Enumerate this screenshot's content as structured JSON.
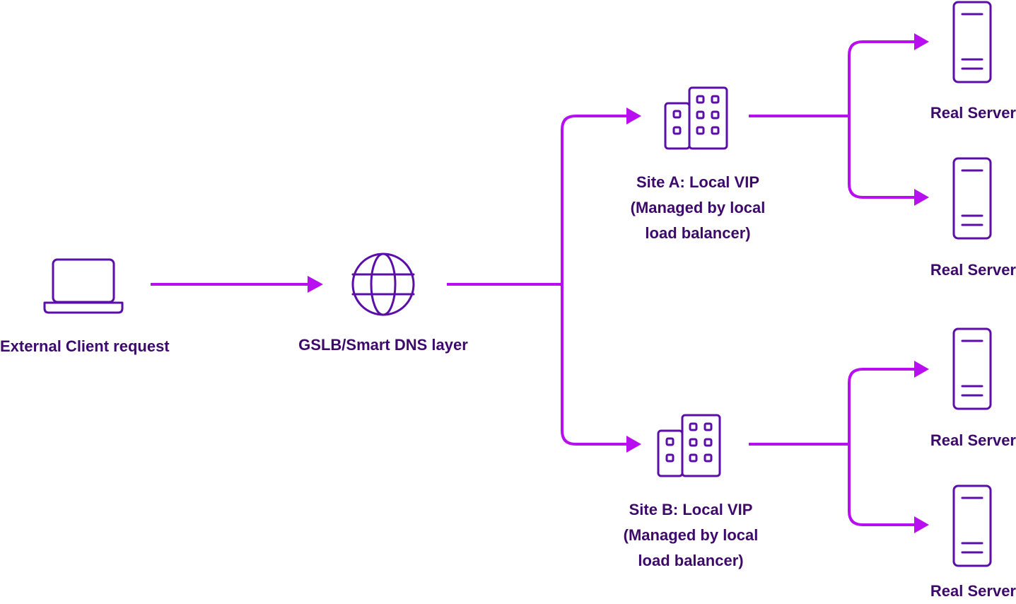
{
  "nodes": {
    "client": {
      "label": "External Client request",
      "icon": "laptop-icon"
    },
    "gslb": {
      "label": "GSLB/Smart DNS layer",
      "icon": "globe-icon"
    },
    "site_a": {
      "label_lines": [
        "Site A: Local VIP",
        "(Managed by local",
        "load balancer)"
      ],
      "icon": "buildings-icon"
    },
    "site_b": {
      "label_lines": [
        "Site B: Local VIP",
        "(Managed by local",
        "load balancer)"
      ],
      "icon": "buildings-icon"
    },
    "servers": [
      {
        "label": "Real Server",
        "icon": "server-icon"
      },
      {
        "label": "Real Server",
        "icon": "server-icon"
      },
      {
        "label": "Real Server",
        "icon": "server-icon"
      },
      {
        "label": "Real Server",
        "icon": "server-icon"
      }
    ]
  },
  "colors": {
    "connector": "#b80ff0",
    "icon_stroke": "#5b0fa8",
    "text": "#3d0a6b"
  }
}
